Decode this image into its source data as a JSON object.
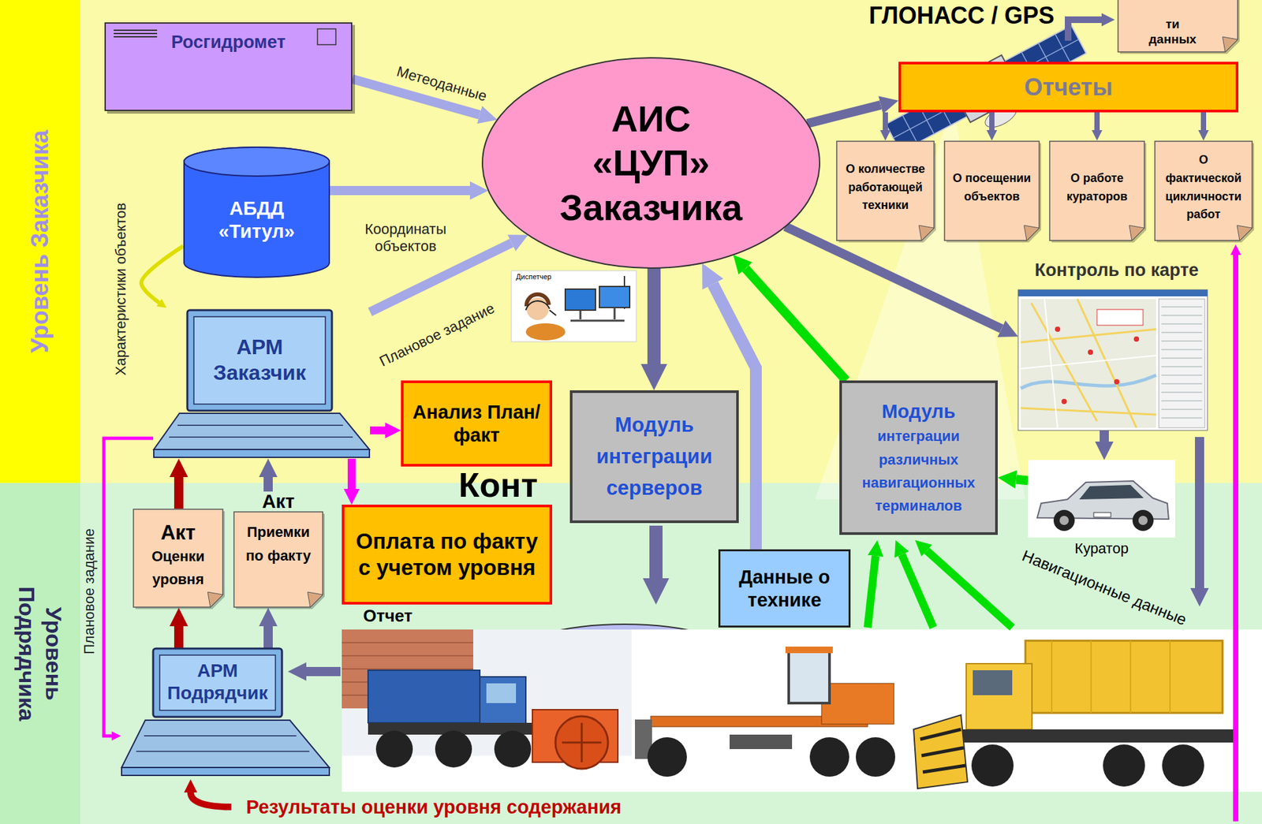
{
  "diagram": {
    "nodes": [
      {
        "text": [
          "Уровень Заказчика"
        ]
      },
      {
        "text": [
          "Уровень Подрядчика"
        ]
      },
      {
        "text": [
          "Росгидромет"
        ],
        "in": 0
      },
      {
        "text": [
          "АБДД «Титул»"
        ],
        "in": 0
      },
      {
        "text": [
          "АРМ Заказчик"
        ],
        "in": 0
      },
      {
        "text": [
          "АИС «ЦУП» Заказчика"
        ],
        "in": 0
      },
      {
        "text": [
          "Отчеты"
        ],
        "in": 0
      },
      {
        "text": [
          "ти данных"
        ],
        "in": 0
      },
      {
        "text": [
          "О количестве работающей техники"
        ],
        "in": 0
      },
      {
        "text": [
          "О посещении объектов"
        ],
        "in": 0
      },
      {
        "text": [
          "О работе кураторов"
        ],
        "in": 0
      },
      {
        "text": [
          "О фактической цикличности работ"
        ],
        "in": 0
      },
      {
        "text": [
          "Контроль по карте"
        ],
        "in": 0
      },
      {
        "text": [
          "Анализ План/факт"
        ],
        "in": 0
      },
      {
        "text": [
          "Модуль интеграции серверов"
        ]
      },
      {
        "text": [
          "Модуль",
          "интеграции различных навигационных терминалов"
        ]
      },
      {
        "text": [
          "Куратор"
        ],
        "in": 1
      },
      {
        "text": [
          "Акт",
          "Оценки уровня"
        ],
        "in": 1
      },
      {
        "text": [
          "Акт",
          "Приемки по факту"
        ],
        "in": 1
      },
      {
        "text": [
          "Оплата по факту с учетом уровня"
        ],
        "in": 1
      },
      {
        "text": [
          "Данные о технике"
        ],
        "in": 1
      },
      {
        "text": [
          "АРМ Подрядчик"
        ],
        "in": 1
      }
    ],
    "edges": [
      {
        "from": 2,
        "to": 5,
        "arrow": "to",
        "label": "Метеоданные"
      },
      {
        "from": 3,
        "to": 5,
        "arrow": "to",
        "label": "Координаты объектов"
      },
      {
        "from": 3,
        "to": 4,
        "arrow": "to",
        "label": "Характеристики объектов"
      },
      {
        "from": 4,
        "to": 5,
        "arrow": "to",
        "label": "Плановое задание"
      },
      {
        "from": 5,
        "to": 6,
        "arrow": "to"
      },
      {
        "from": 6,
        "to": 8,
        "arrow": "to"
      },
      {
        "from": 6,
        "to": 9,
        "arrow": "to"
      },
      {
        "from": 6,
        "to": 10,
        "arrow": "to"
      },
      {
        "from": 6,
        "to": 11,
        "arrow": "to"
      },
      {
        "from": 5,
        "to": 12,
        "arrow": "to"
      },
      {
        "from": 5,
        "to": 14,
        "arrow": "to"
      },
      {
        "from": 15,
        "to": 5,
        "arrow": "to"
      },
      {
        "from": 20,
        "to": 5,
        "arrow": "to"
      },
      {
        "from": 4,
        "to": 13,
        "arrow": "to"
      },
      {
        "from": 4,
        "to": 19,
        "arrow": "to"
      },
      {
        "from": 17,
        "to": 4,
        "arrow": "to"
      },
      {
        "from": 18,
        "to": 4,
        "arrow": "to"
      },
      {
        "from": 21,
        "to": 17,
        "arrow": "to"
      },
      {
        "from": 21,
        "to": 18,
        "arrow": "to"
      },
      {
        "from": 4,
        "to": 21,
        "arrow": "to",
        "label": "Плановое задание"
      },
      {
        "from": 12,
        "to": 16,
        "arrow": "to"
      },
      {
        "from": 16,
        "to": 15,
        "arrow": "to"
      }
    ],
    "labels": [
      "ГЛОНАСС / GPS",
      "Диспетчер",
      "Конт",
      "Отчет",
      "Навигационные данные",
      "Результаты оценки уровня содержания"
    ]
  }
}
